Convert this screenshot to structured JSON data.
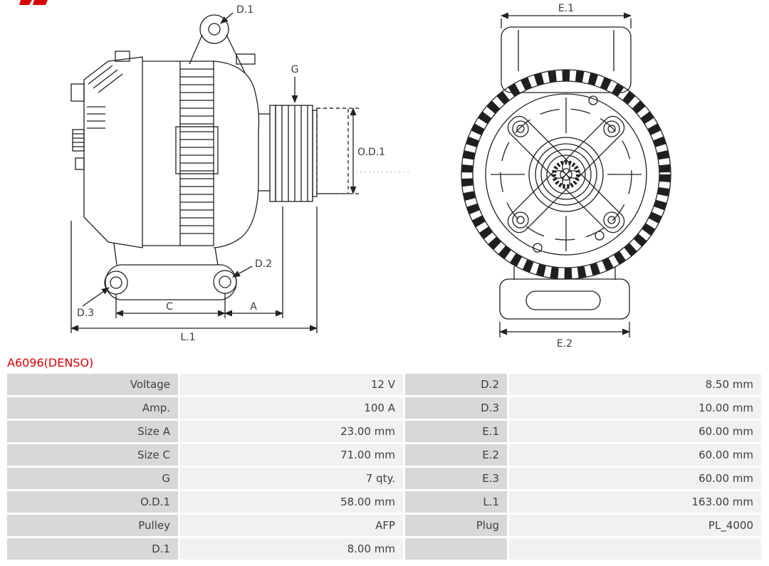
{
  "logo": {
    "color": "#d50000"
  },
  "part_number": "A6096(DENSO)",
  "diagram": {
    "labels": {
      "d1": "D.1",
      "g": "G",
      "od1": "O.D.1",
      "d2": "D.2",
      "d3": "D.3",
      "c": "C",
      "a": "A",
      "l1": "L.1",
      "e1": "E.1",
      "e2": "E.2"
    }
  },
  "specs": {
    "rows": [
      {
        "label": "Voltage",
        "value": "12 V",
        "label2": "D.2",
        "value2": "8.50 mm"
      },
      {
        "label": "Amp.",
        "value": "100 A",
        "label2": "D.3",
        "value2": "10.00 mm"
      },
      {
        "label": "Size A",
        "value": "23.00 mm",
        "label2": "E.1",
        "value2": "60.00 mm"
      },
      {
        "label": "Size C",
        "value": "71.00 mm",
        "label2": "E.2",
        "value2": "60.00 mm"
      },
      {
        "label": "G",
        "value": "7 qty.",
        "label2": "E.3",
        "value2": "60.00 mm"
      },
      {
        "label": "O.D.1",
        "value": "58.00 mm",
        "label2": "L.1",
        "value2": "163.00 mm"
      },
      {
        "label": "Pulley",
        "value": "AFP",
        "label2": "Plug",
        "value2": "PL_4000"
      },
      {
        "label": "D.1",
        "value": "8.00 mm",
        "label2": "",
        "value2": ""
      }
    ]
  }
}
